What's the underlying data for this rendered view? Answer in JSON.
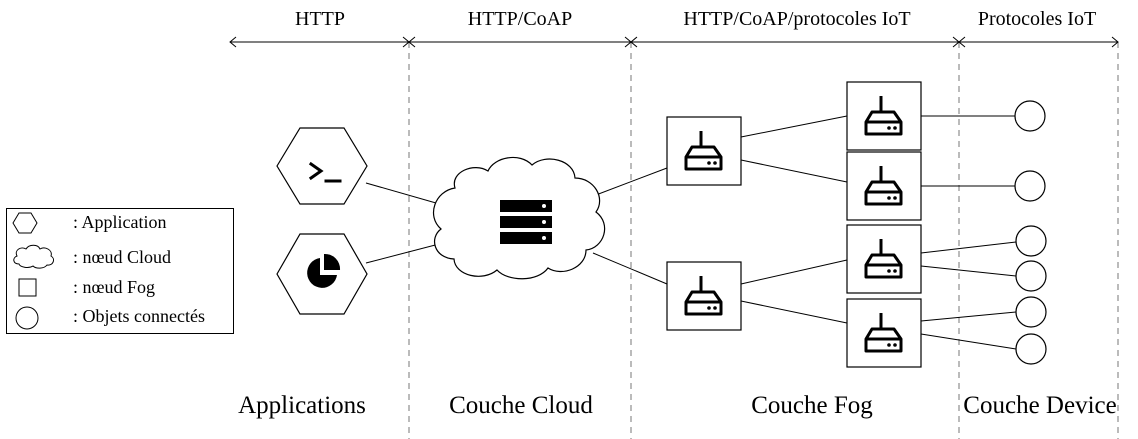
{
  "protocols": {
    "http": "HTTP",
    "http_coap": "HTTP/CoAP",
    "http_coap_iot": "HTTP/CoAP/protocoles IoT",
    "iot": "Protocoles IoT"
  },
  "layers": {
    "applications": "Applications",
    "cloud": "Couche Cloud",
    "fog": "Couche Fog",
    "device": "Couche Device"
  },
  "legend": {
    "application": ": Application",
    "cloud_node": ": nœud Cloud",
    "fog_node": ": nœud Fog",
    "objects": ": Objets connectés"
  },
  "icons": {
    "terminal_app": "terminal-icon",
    "pie_app": "pie-chart-icon",
    "cloud_server": "server-icon",
    "fog_router": "router-icon",
    "device": "circle-icon"
  }
}
